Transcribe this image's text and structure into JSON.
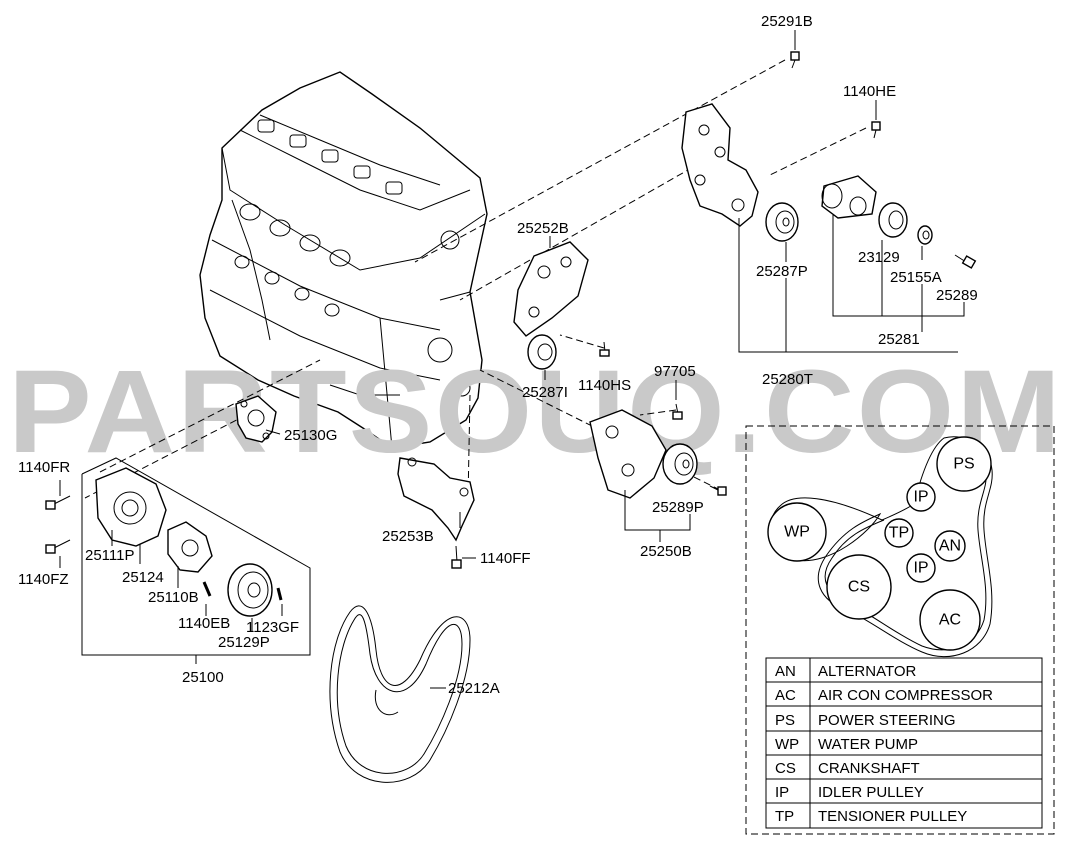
{
  "watermark": "PARTSOUQ.COM",
  "callouts": {
    "c25291B": "25291B",
    "c1140HE": "1140HE",
    "c25252B": "25252B",
    "c25287P": "25287P",
    "c23129": "23129",
    "c25155A": "25155A",
    "c25289": "25289",
    "c25281": "25281",
    "c25280T": "25280T",
    "c1140HS": "1140HS",
    "c25287I": "25287I",
    "c97705": "97705",
    "c25130G": "25130G",
    "c1140FR": "1140FR",
    "c25253B": "25253B",
    "c25289P": "25289P",
    "c25250B": "25250B",
    "c25111P": "25111P",
    "c25124": "25124",
    "c1140FZ": "1140FZ",
    "c25110B": "25110B",
    "c1140FF": "1140FF",
    "c1140EB": "1140EB",
    "c1123GF": "1123GF",
    "c25129P": "25129P",
    "c25212A": "25212A",
    "c25100": "25100"
  },
  "belt_routing": {
    "pulleys": [
      "PS",
      "IP",
      "WP",
      "TP",
      "AN",
      "IP",
      "CS",
      "AC"
    ]
  },
  "legend": [
    {
      "code": "AN",
      "name": "ALTERNATOR"
    },
    {
      "code": "AC",
      "name": "AIR CON COMPRESSOR"
    },
    {
      "code": "PS",
      "name": "POWER STEERING"
    },
    {
      "code": "WP",
      "name": "WATER PUMP"
    },
    {
      "code": "CS",
      "name": "CRANKSHAFT"
    },
    {
      "code": "IP",
      "name": "IDLER PULLEY"
    },
    {
      "code": "TP",
      "name": "TENSIONER PULLEY"
    }
  ]
}
